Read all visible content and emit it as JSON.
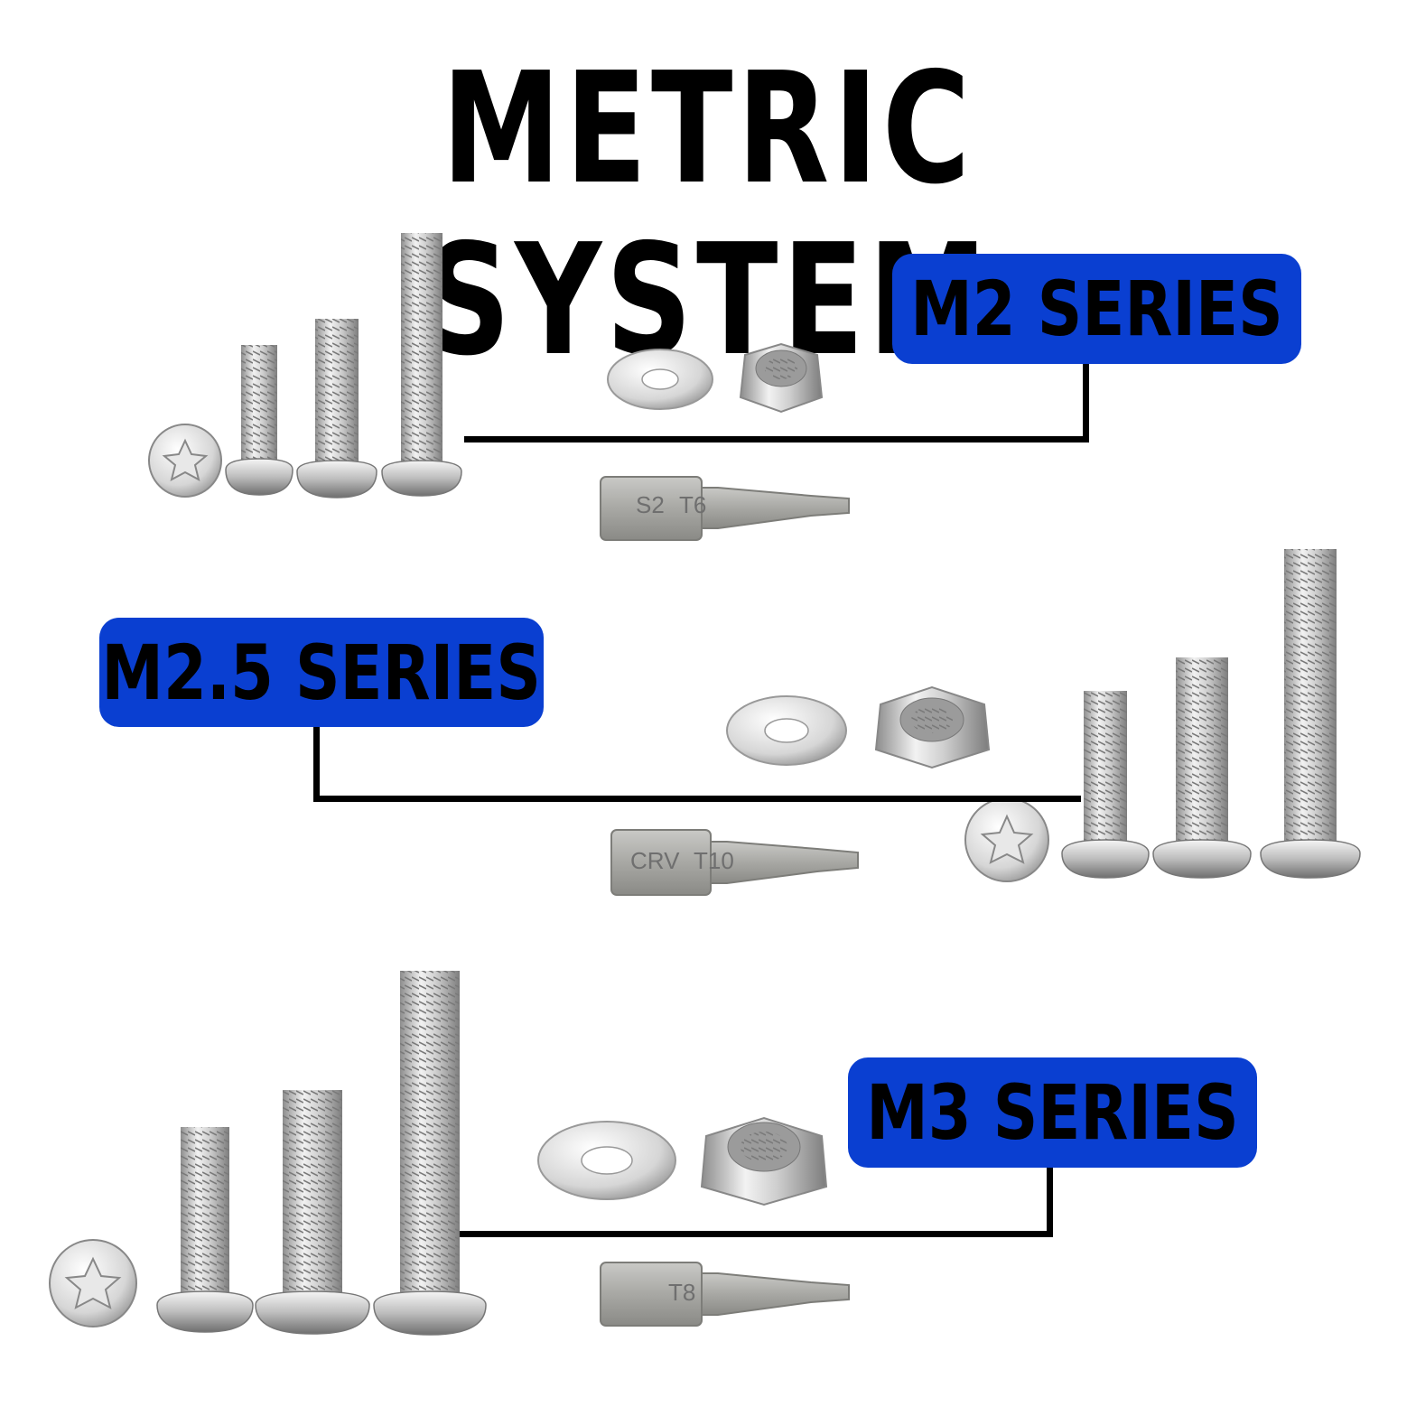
{
  "title": "METRIC SYSTEM",
  "accent_color": "#0a3fd1",
  "series": [
    {
      "label": "M2 SERIES",
      "bit_markings": [
        "S2",
        "T6"
      ]
    },
    {
      "label": "M2.5 SERIES",
      "bit_markings": [
        "CRV",
        "T10"
      ]
    },
    {
      "label": "M3 SERIES",
      "bit_markings": [
        "T8"
      ]
    }
  ]
}
